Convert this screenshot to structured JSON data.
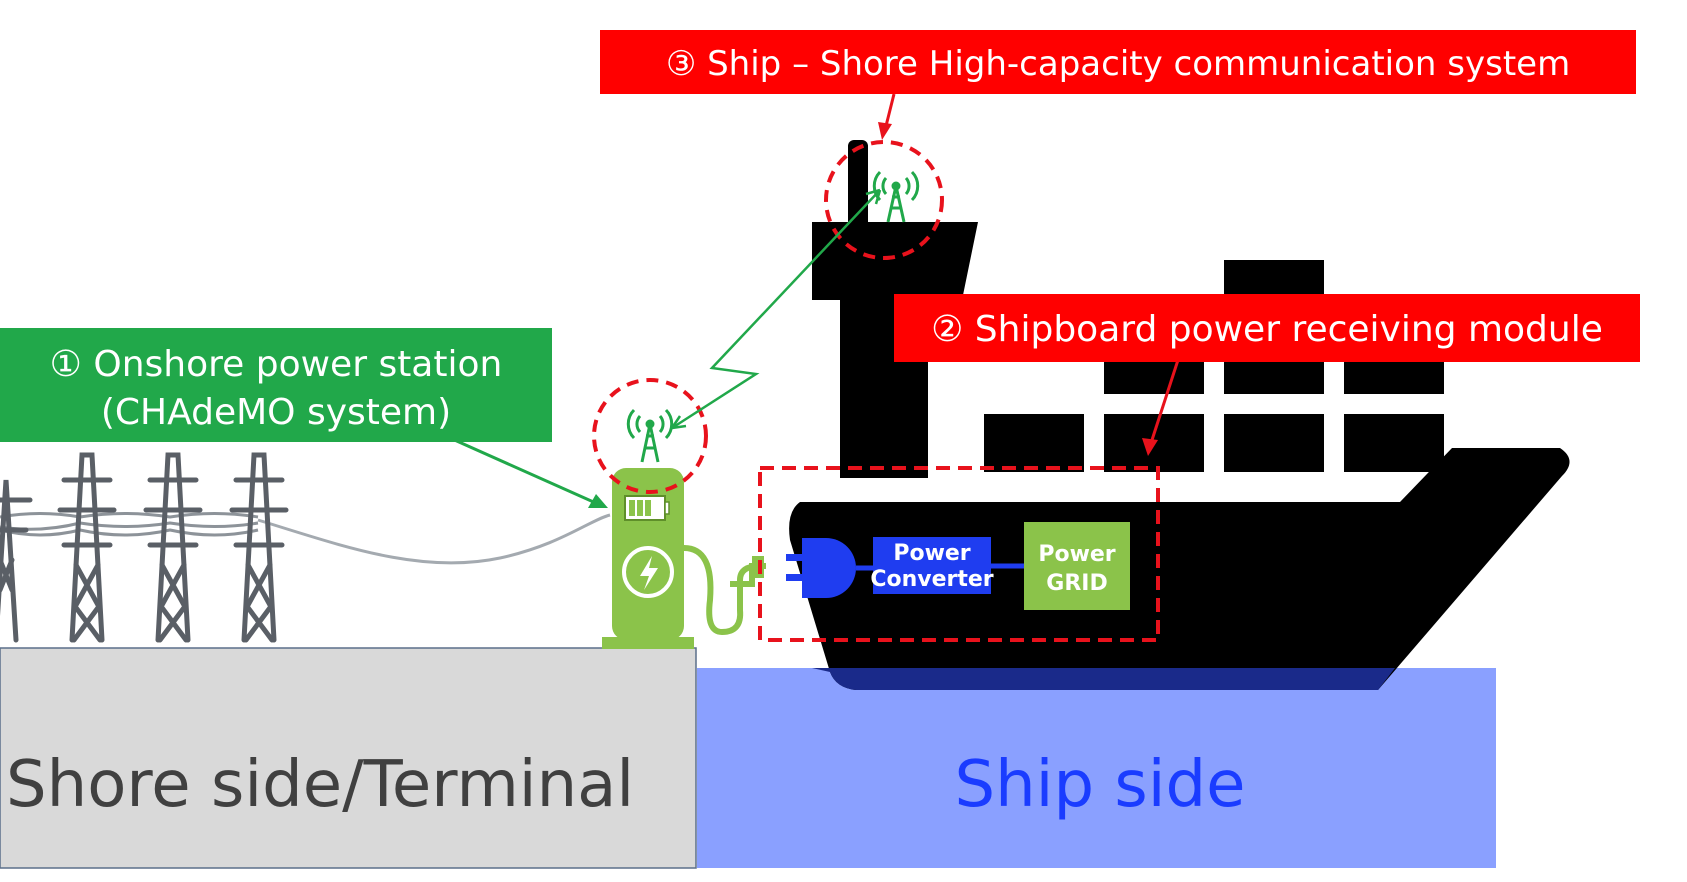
{
  "labels": {
    "onshore_line1": "① Onshore power station",
    "onshore_line2": "(CHAdeMO system)",
    "shipboard": "② Shipboard power receiving module",
    "comm": "③ Ship – Shore High-capacity communication system",
    "converter_line1": "Power",
    "converter_line2": "Converter",
    "grid_line1": "Power",
    "grid_line2": "GRID",
    "shore_side": "Shore side/Terminal",
    "ship_side": "Ship side"
  },
  "colors": {
    "green_label": "#21a84a",
    "red_label": "#ff0000",
    "ship_black": "#000000",
    "water_blue": "#8aa0ff",
    "ship_side_text": "#1a3cff",
    "shore_gray": "#d9d9d9",
    "shore_text": "#404040",
    "station_green": "#8bc34a",
    "plug_blue": "#1f3df0",
    "grid_green": "#8bc34a",
    "pylon_gray": "#5a5f66",
    "dashed_red": "#e8121c"
  },
  "icons": {
    "antenna": "antenna-tower-icon",
    "battery": "battery-icon",
    "bolt": "lightning-bolt-icon",
    "plug": "power-plug-icon",
    "pylon": "transmission-tower-icon"
  }
}
